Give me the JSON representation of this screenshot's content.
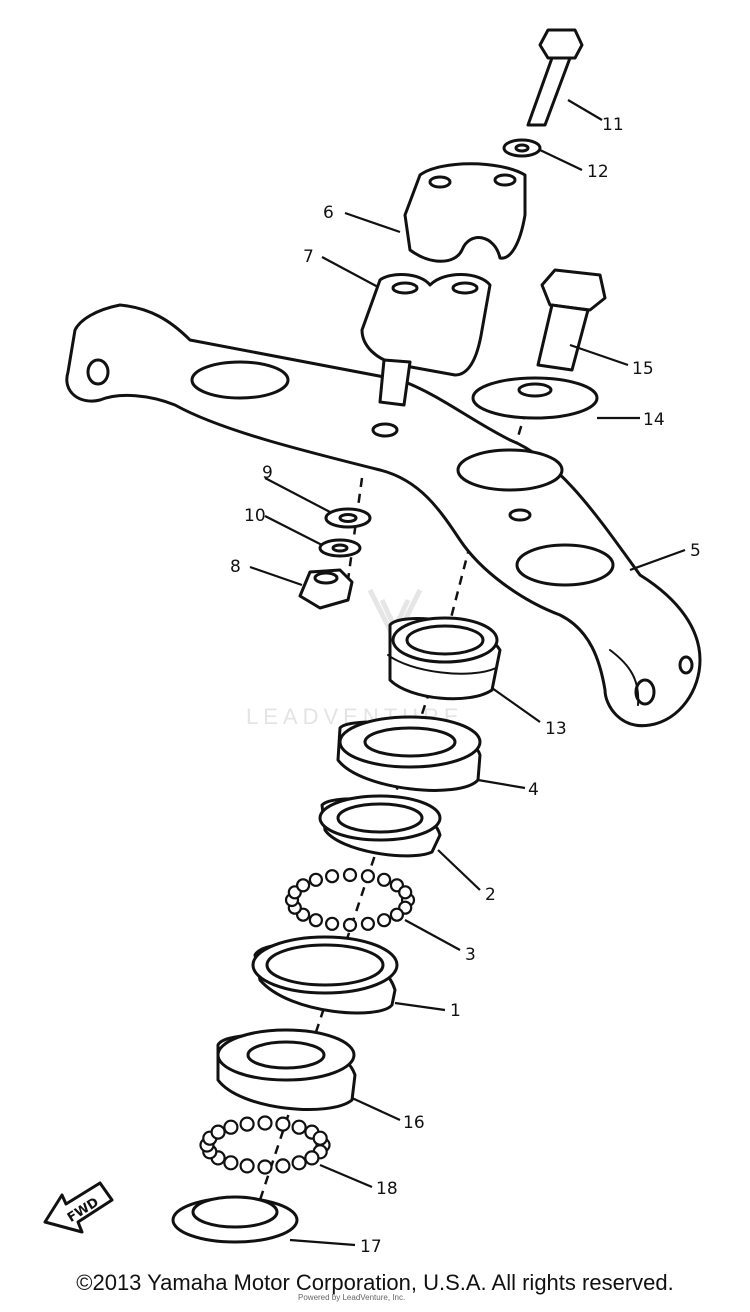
{
  "watermark": "LEADVENTURE",
  "fwd_label": "FWD",
  "copyright": "©2013 Yamaha Motor Corporation, U.S.A. All rights reserved.",
  "copyright_overlay": "Powered by LeadVenture, Inc.",
  "callouts": {
    "c1": "1",
    "c2": "2",
    "c3": "3",
    "c4": "4",
    "c5": "5",
    "c6": "6",
    "c7": "7",
    "c8": "8",
    "c9": "9",
    "c10": "10",
    "c11": "11",
    "c12": "12",
    "c13": "13",
    "c14": "14",
    "c15": "15",
    "c16": "16",
    "c17": "17",
    "c18": "18"
  }
}
